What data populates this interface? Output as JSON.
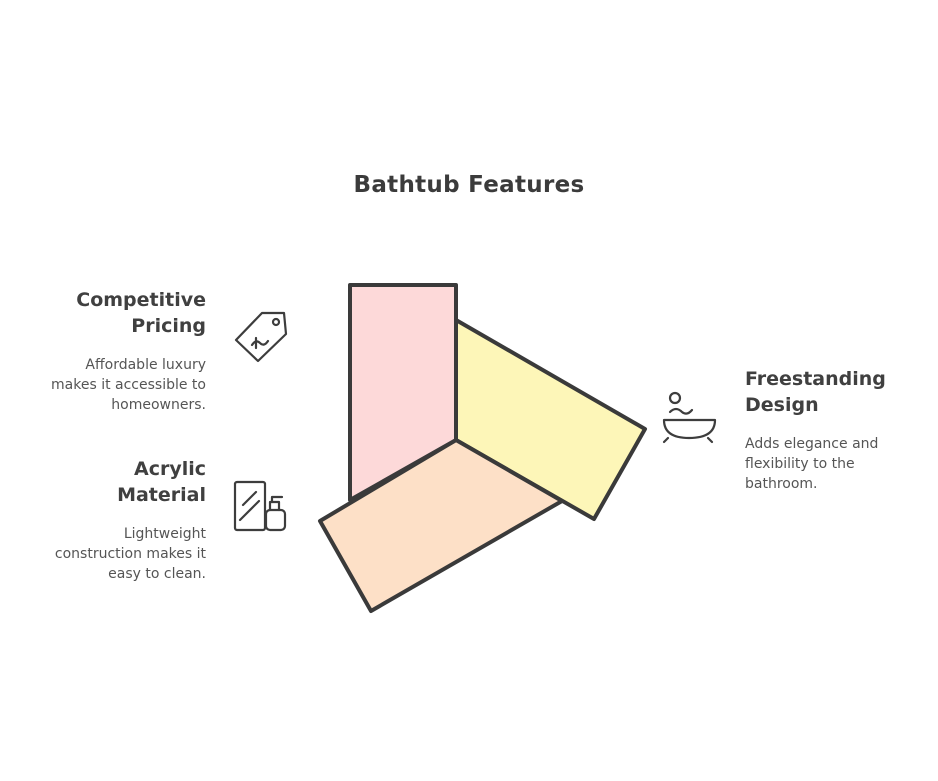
{
  "title": "Bathtub Features",
  "features": [
    {
      "heading": "Competitive\nPricing",
      "description": "Affordable luxury\nmakes it accessible to\nhomeowners.",
      "icon": "price-tag-icon",
      "color": "#fdd9d9"
    },
    {
      "heading": "Acrylic\nMaterial",
      "description": "Lightweight\nconstruction makes it\neasy to clean.",
      "icon": "cleaning-spray-icon",
      "color": "#fde0c7"
    },
    {
      "heading": "Freestanding\nDesign",
      "description": "Adds elegance and\nflexibility to the\nbathroom.",
      "icon": "bathtub-icon",
      "color": "#fdf6b8"
    }
  ]
}
